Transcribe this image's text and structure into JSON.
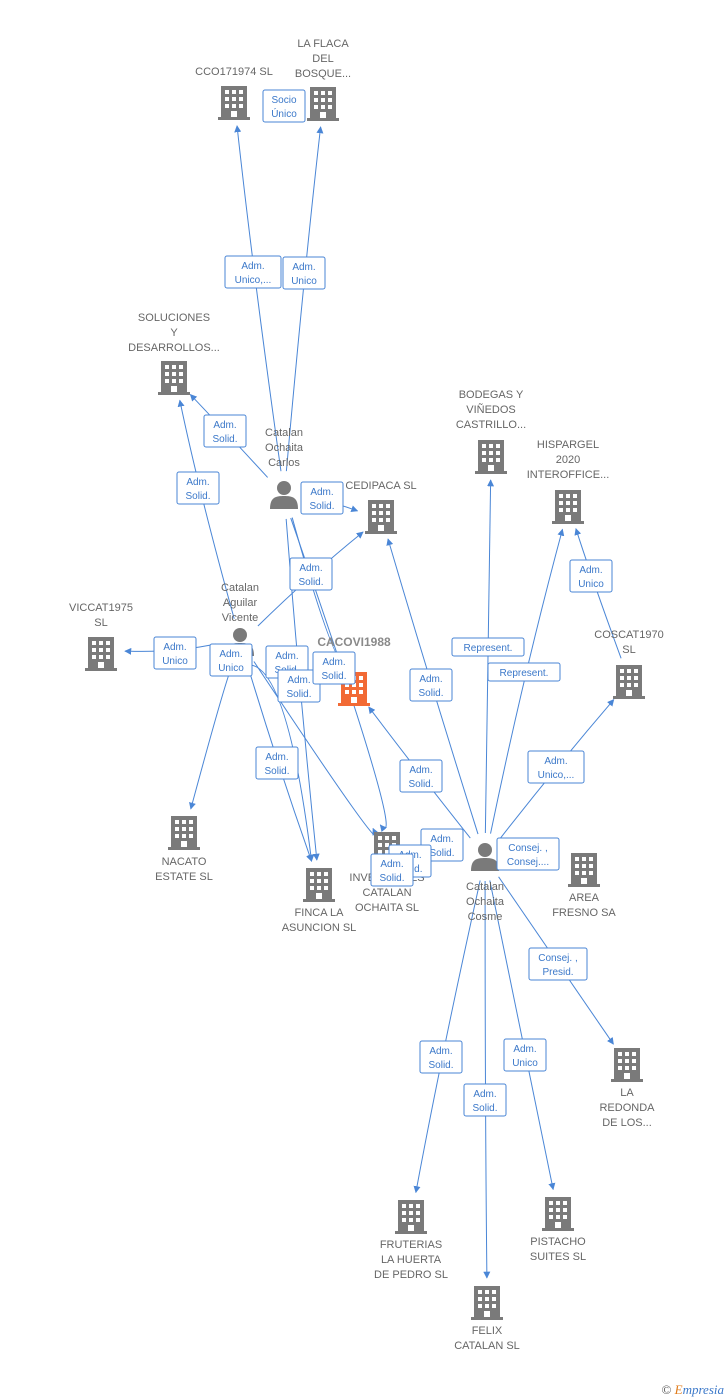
{
  "colors": {
    "edge": "#4a86d6",
    "company": "#7a7a7a",
    "highlight": "#f26a35",
    "person": "#7a7a7a",
    "label": "#666666"
  },
  "nodes": [
    {
      "id": "cco171974",
      "type": "company",
      "label": [
        "CCO171974  SL"
      ]
    },
    {
      "id": "laflaca",
      "type": "company",
      "label": [
        "LA FLACA",
        "DEL",
        "BOSQUE..."
      ]
    },
    {
      "id": "soluciones",
      "type": "company",
      "label": [
        "SOLUCIONES",
        "Y",
        "DESARROLLOS..."
      ]
    },
    {
      "id": "carlos",
      "type": "person",
      "label": [
        "Catalan",
        "Ochaita",
        "Carlos"
      ]
    },
    {
      "id": "bodegas",
      "type": "company",
      "label": [
        "BODEGAS Y",
        "VIÑEDOS",
        "CASTRILLO..."
      ]
    },
    {
      "id": "hispargel",
      "type": "company",
      "label": [
        "HISPARGEL",
        "2020",
        "INTEROFFICE..."
      ]
    },
    {
      "id": "cedipaca",
      "type": "company",
      "label": [
        "CEDIPACA  SL"
      ]
    },
    {
      "id": "vicente",
      "type": "person",
      "label": [
        "Catalan",
        "Aguilar",
        "Vicente"
      ]
    },
    {
      "id": "viccat1975",
      "type": "company",
      "label": [
        "VICCAT1975",
        "SL"
      ]
    },
    {
      "id": "cacovi1988",
      "type": "company-main",
      "label": [
        "CACOVI1988"
      ]
    },
    {
      "id": "coscat1970",
      "type": "company",
      "label": [
        "COSCAT1970",
        "SL"
      ]
    },
    {
      "id": "nacato",
      "type": "company",
      "label": [
        "NACATO",
        "ESTATE  SL"
      ]
    },
    {
      "id": "fincala",
      "type": "company",
      "label": [
        "FINCA LA",
        "ASUNCION  SL"
      ]
    },
    {
      "id": "inversiones",
      "type": "company",
      "label": [
        "INVERSIONES",
        "CATALAN",
        "OCHAITA  SL"
      ]
    },
    {
      "id": "cosme",
      "type": "person",
      "label": [
        "Catalan",
        "Ochaita",
        "Cosme"
      ]
    },
    {
      "id": "areafresno",
      "type": "company",
      "label": [
        "AREA",
        "FRESNO SA"
      ]
    },
    {
      "id": "laredonda",
      "type": "company",
      "label": [
        "LA",
        "REDONDA",
        "DE LOS..."
      ]
    },
    {
      "id": "fruterias",
      "type": "company",
      "label": [
        "FRUTERIAS",
        "LA HUERTA",
        "DE PEDRO  SL"
      ]
    },
    {
      "id": "pistacho",
      "type": "company",
      "label": [
        "PISTACHO",
        "SUITES  SL"
      ]
    },
    {
      "id": "felix",
      "type": "company",
      "label": [
        "FELIX",
        "CATALAN  SL"
      ]
    }
  ],
  "edges": [
    {
      "label": [
        "Socio",
        "Único"
      ]
    },
    {
      "label": [
        "Adm.",
        "Unico,..."
      ]
    },
    {
      "label": [
        "Adm.",
        "Unico"
      ]
    },
    {
      "label": [
        "Adm.",
        "Solid."
      ]
    },
    {
      "label": [
        "Adm.",
        "Solid."
      ]
    },
    {
      "label": [
        "Adm.",
        "Solid."
      ]
    },
    {
      "label": [
        "Adm.",
        "Solid."
      ]
    },
    {
      "label": [
        "Adm.",
        "Unico"
      ]
    },
    {
      "label": [
        "Adm.",
        "Unico"
      ]
    },
    {
      "label": [
        "Adm.",
        "Solid."
      ]
    },
    {
      "label": [
        "Adm.",
        "Solid."
      ]
    },
    {
      "label": [
        "Adm.",
        "Solid."
      ]
    },
    {
      "label": [
        "Adm.",
        "Solid."
      ]
    },
    {
      "label": [
        "Adm.",
        "Solid."
      ]
    },
    {
      "label": [
        "Represent."
      ]
    },
    {
      "label": [
        "Represent."
      ]
    },
    {
      "label": [
        "Adm.",
        "Unico"
      ]
    },
    {
      "label": [
        "Adm.",
        "Unico,..."
      ]
    },
    {
      "label": [
        "Adm.",
        "Solid."
      ]
    },
    {
      "label": [
        "Adm.",
        "Solid."
      ]
    },
    {
      "label": [
        "Adm.",
        "Solid."
      ]
    },
    {
      "label": [
        "Adm.",
        "Solid."
      ]
    },
    {
      "label": [
        "Consej. ,",
        "Consej...."
      ]
    },
    {
      "label": [
        "Consej. ,",
        "Presid."
      ]
    },
    {
      "label": [
        "Adm.",
        "Solid."
      ]
    },
    {
      "label": [
        "Adm.",
        "Unico"
      ]
    },
    {
      "label": [
        "Adm.",
        "Solid."
      ]
    }
  ],
  "footer": {
    "copyright": "©",
    "brand_initial": "E",
    "brand_rest": "mpresia"
  }
}
